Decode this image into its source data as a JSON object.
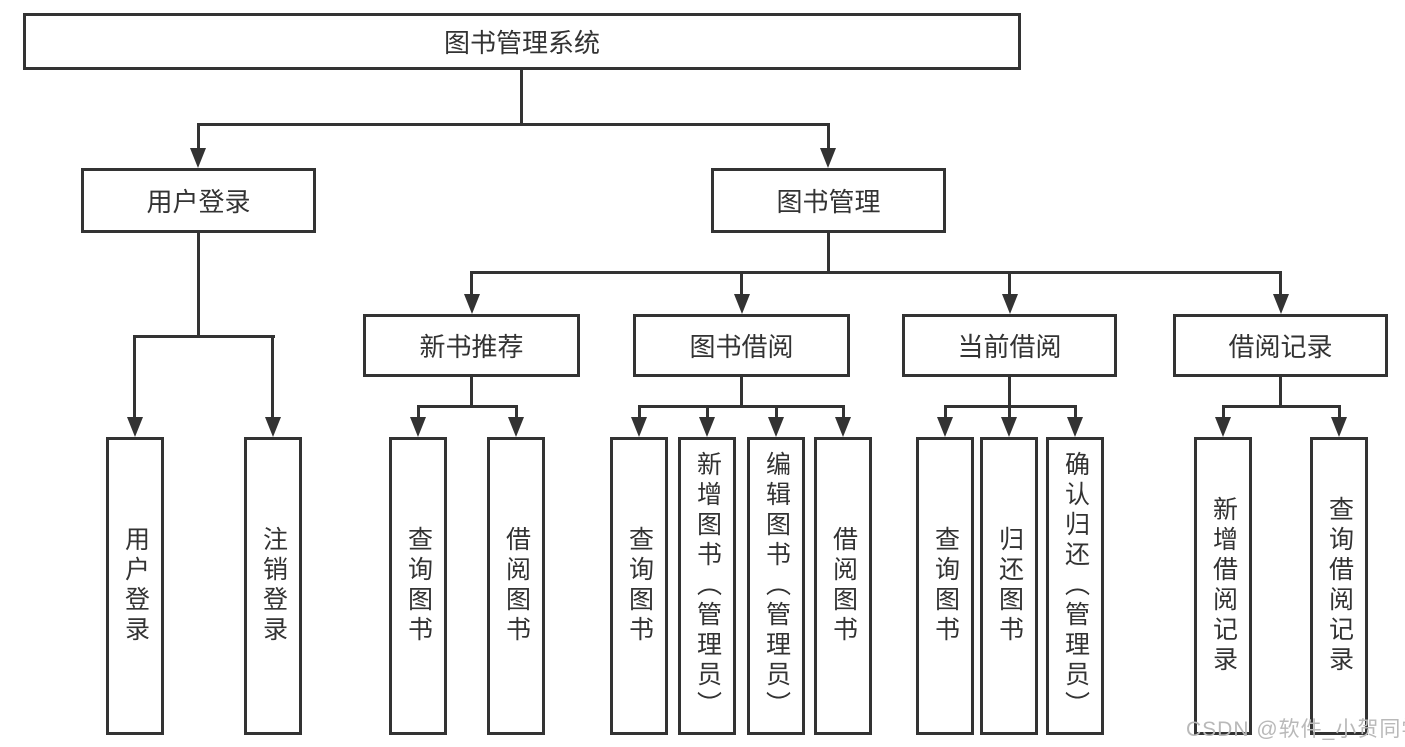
{
  "colors": {
    "line": "#333333",
    "text": "#333333",
    "background": "#ffffff",
    "watermark": "#b9b9b9"
  },
  "watermark": {
    "text": "CSDN @软件_小贺同学"
  },
  "tree": {
    "root": {
      "label": "图书管理系统"
    },
    "branches": [
      {
        "label": "用户登录",
        "children": [
          {
            "label": "用户登录"
          },
          {
            "label": "注销登录"
          }
        ]
      },
      {
        "label": "图书管理",
        "children": [
          {
            "label": "新书推荐",
            "children": [
              {
                "label": "查询图书"
              },
              {
                "label": "借阅图书"
              }
            ]
          },
          {
            "label": "图书借阅",
            "children": [
              {
                "label": "查询图书"
              },
              {
                "label": "新增图书（管理员）"
              },
              {
                "label": "编辑图书（管理员）"
              },
              {
                "label": "借阅图书"
              }
            ]
          },
          {
            "label": "当前借阅",
            "children": [
              {
                "label": "查询图书"
              },
              {
                "label": "归还图书"
              },
              {
                "label": "确认归还（管理员）"
              }
            ]
          },
          {
            "label": "借阅记录",
            "children": [
              {
                "label": "新增借阅记录"
              },
              {
                "label": "查询借阅记录"
              }
            ]
          }
        ]
      }
    ]
  }
}
